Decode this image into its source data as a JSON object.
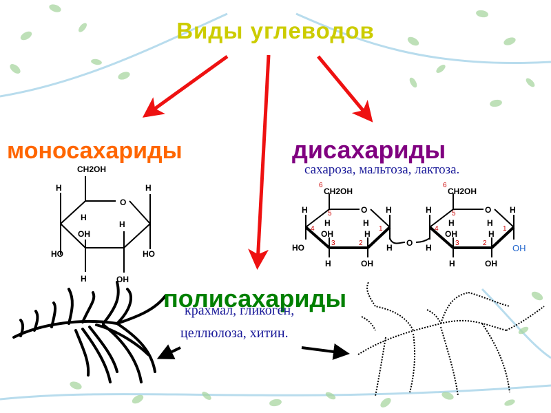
{
  "title": "Виды углеводов",
  "mono": {
    "label": "моносахариды",
    "formula": {
      "ch2oh": "CH2OH",
      "ring_o": "O",
      "h_top_left": "H",
      "h_top_right": "H",
      "h_inner_left": "H",
      "h_inner_right": "H",
      "oh_inner": "OH",
      "ho_left": "HO",
      "ho_right": "HO",
      "h_bottom": "H",
      "oh_bottom": "OH"
    }
  },
  "di": {
    "label": "дисахариды",
    "examples": "сахароза, мальтоза, лактоза.",
    "formula": {
      "ch2oh": "CH2OH",
      "ring_o": "O",
      "bridge_o": "O",
      "h": "H",
      "oh": "OH",
      "ho": "HO",
      "end_oh": "OH",
      "num6": "6",
      "num5": "5",
      "num4": "4",
      "num3": "3",
      "num2": "2",
      "num1": "1"
    }
  },
  "poly": {
    "label": "полисахариды",
    "examples_line1": "крахмал, гликоген,",
    "examples_line2": "целлюлоза, хитин."
  },
  "colors": {
    "title": "#cccc00",
    "mono": "#ff6600",
    "di": "#800080",
    "poly": "#008000",
    "examples": "#1a1a99",
    "arrow": "#ee1111"
  },
  "icons": [
    "leaf-decoration",
    "vine-decoration"
  ]
}
